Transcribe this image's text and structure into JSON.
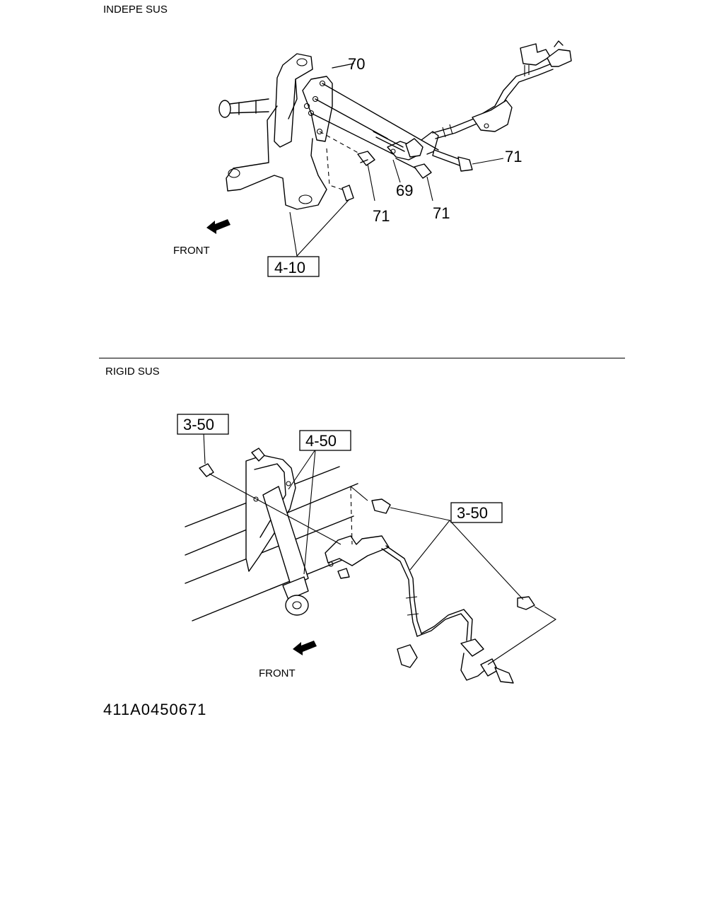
{
  "sections": {
    "top": {
      "title": "INDEPE SUS",
      "front_label": "FRONT"
    },
    "bottom": {
      "title": "RIGID SUS",
      "front_label": "FRONT"
    }
  },
  "callouts": {
    "top": {
      "part_70": "70",
      "part_71_right": "71",
      "part_69": "69",
      "part_71_lower_left": "71",
      "part_71_lower_right": "71",
      "ref_4_10": "4-10"
    },
    "bottom": {
      "ref_3_50_left": "3-50",
      "ref_4_50": "4-50",
      "ref_3_50_right": "3-50"
    }
  },
  "document_code": "411A0450671"
}
